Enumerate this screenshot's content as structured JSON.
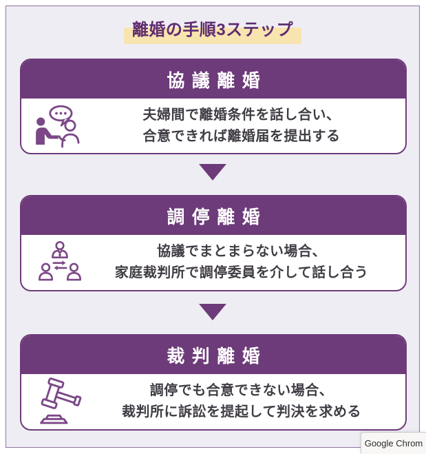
{
  "header": {
    "title": "離婚の手順3ステップ"
  },
  "steps": [
    {
      "title": "協議離婚",
      "desc_line1": "夫婦間で離婚条件を話し合い、",
      "desc_line2": "合意できれば離婚届を提出する",
      "icon": "consultation-icon"
    },
    {
      "title": "調停離婚",
      "desc_line1": "協議でまとまらない場合、",
      "desc_line2": "家庭裁判所で調停委員を介して話し合う",
      "icon": "mediation-icon"
    },
    {
      "title": "裁判離婚",
      "desc_line1": "調停でも合意できない場合、",
      "desc_line2": "裁判所に訴訟を提起して判決を求める",
      "icon": "gavel-icon"
    }
  ],
  "colors": {
    "accent_purple": "#6d3b79",
    "title_text": "#5e2c6f",
    "title_highlight": "#f8e4af",
    "page_background": "#efedf4",
    "frame_border": "#8f74a0",
    "body_text": "#403c44",
    "icon_stroke": "#7b4787"
  },
  "taskbar_tooltip": {
    "label": "Google Chrom"
  }
}
